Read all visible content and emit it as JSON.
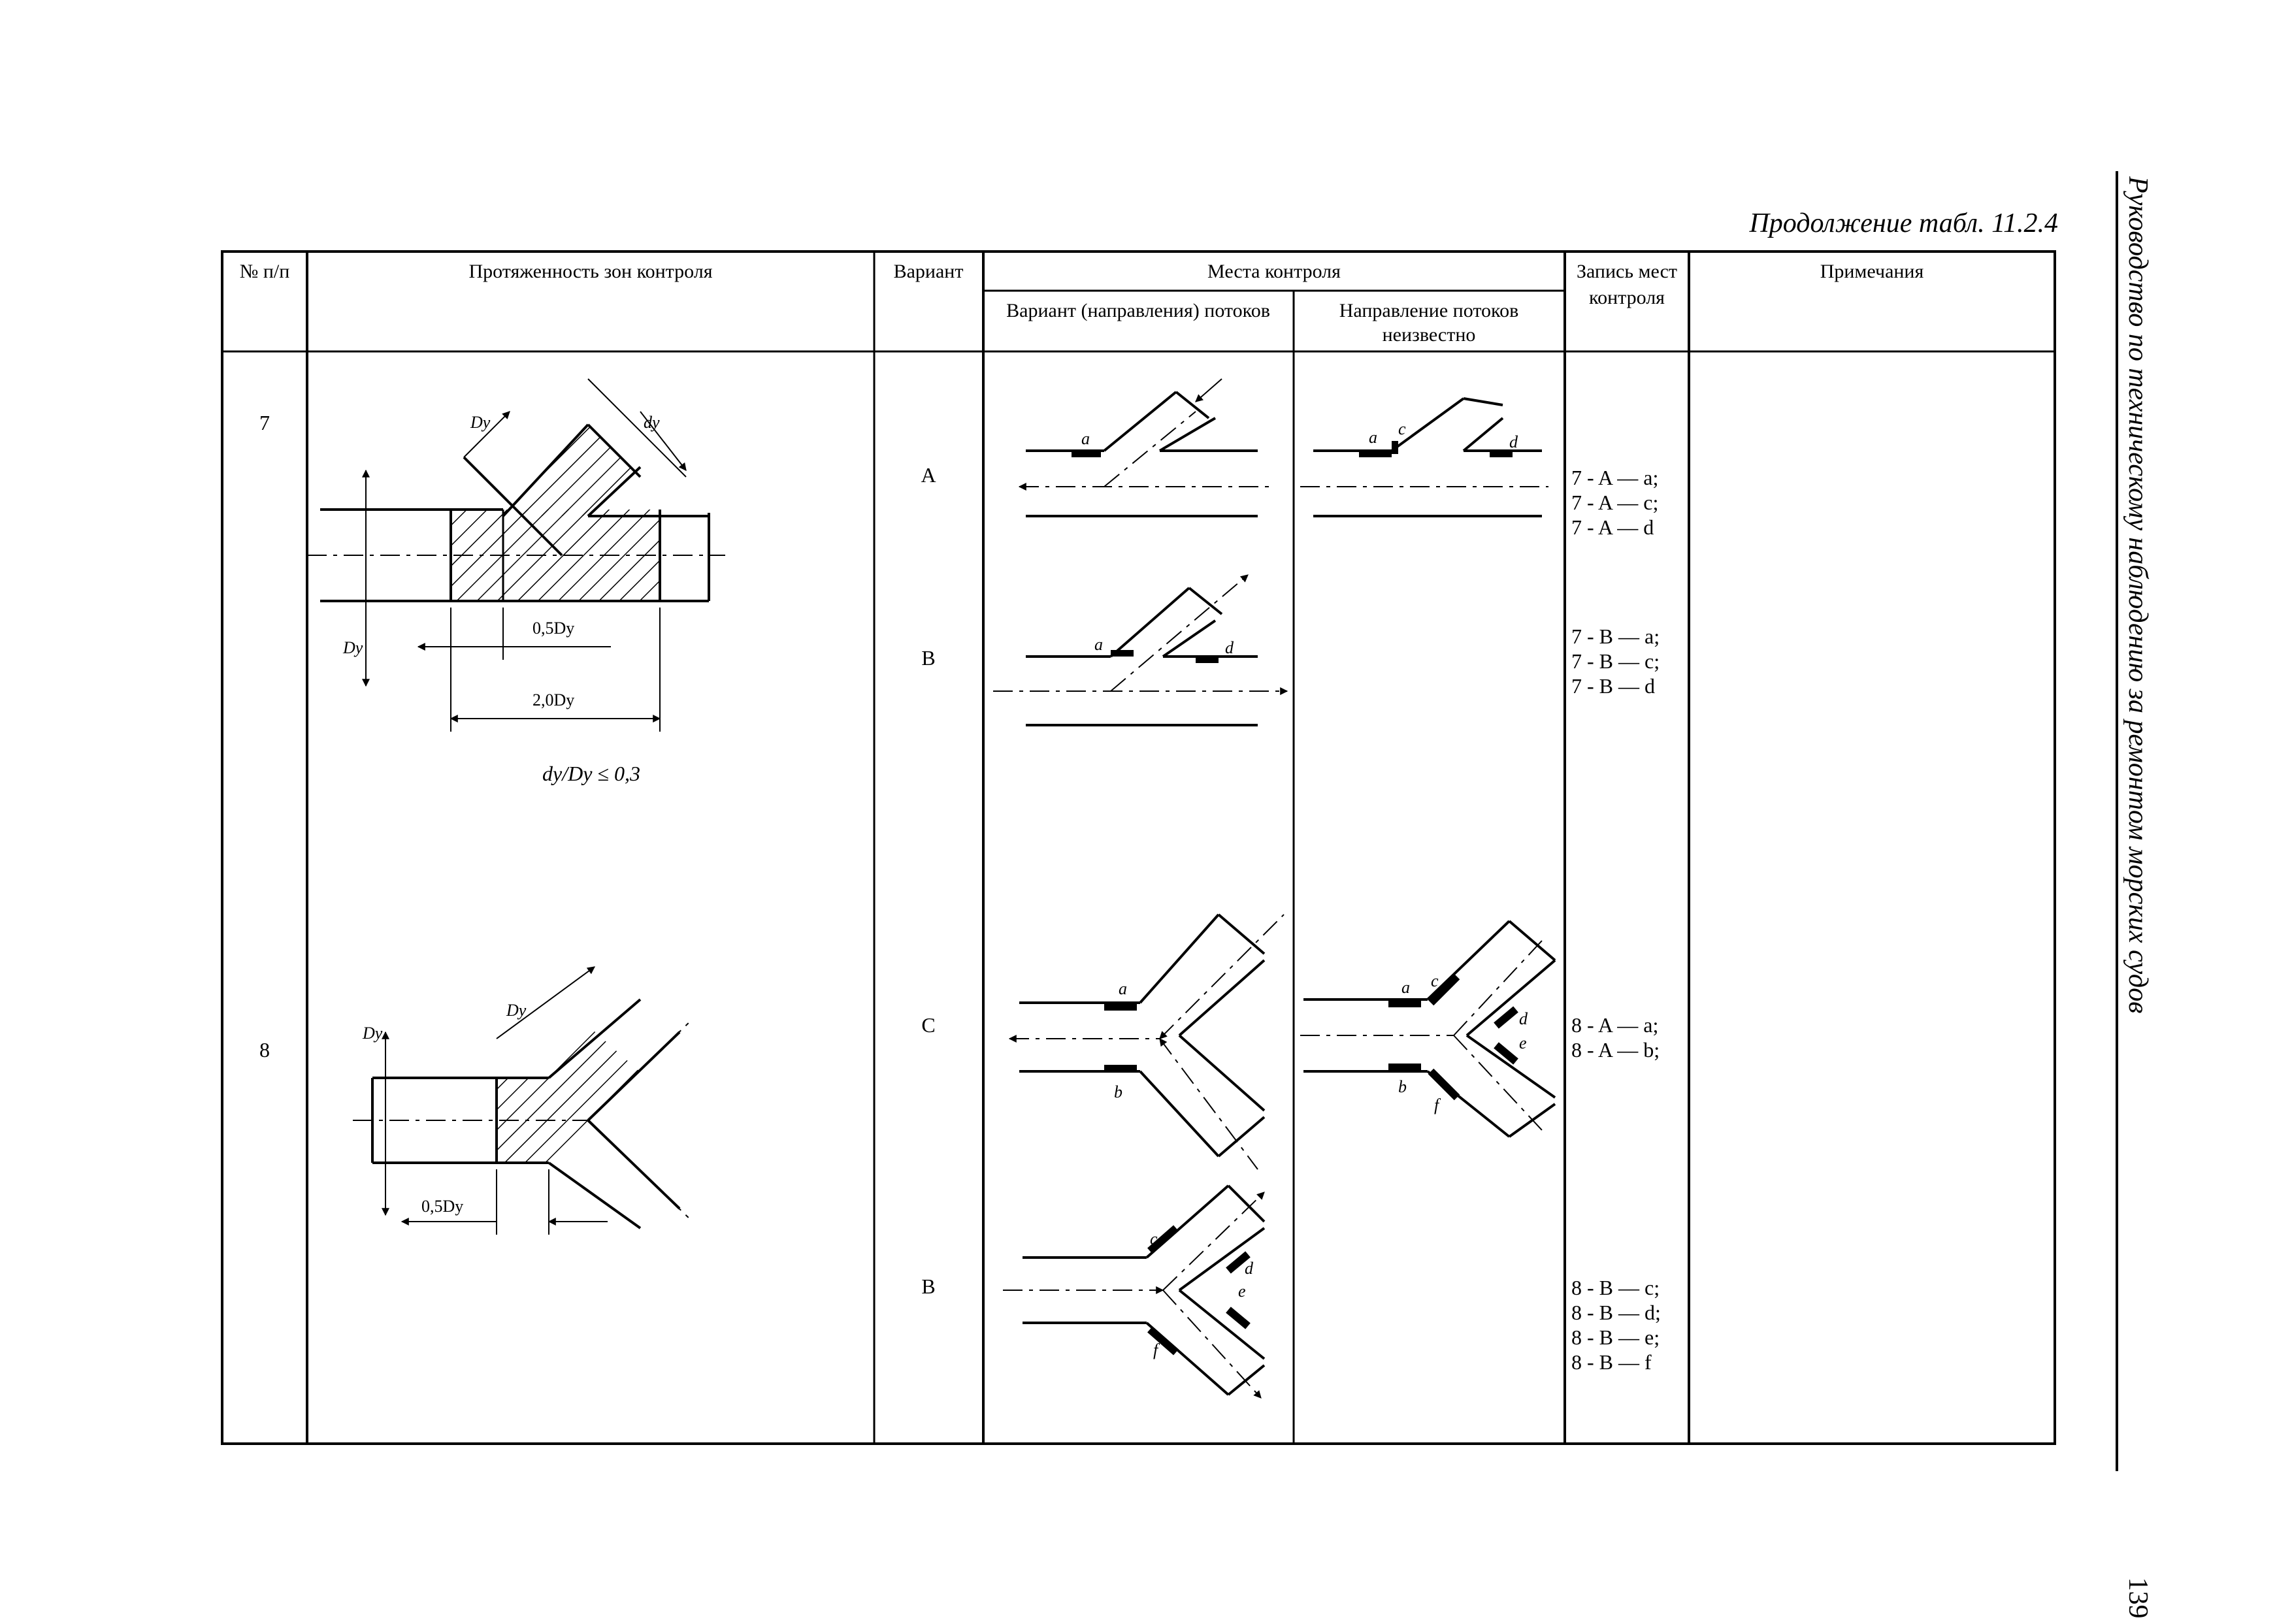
{
  "caption": "Продолжение табл. 11.2.4",
  "sidebar": {
    "title": "Руководство по техническому наблюдению за ремонтом морских судов",
    "page_number": "139"
  },
  "table": {
    "headers": {
      "num": "№ п/п",
      "zones": "Протяженность зон контроля",
      "variant": "Вариант",
      "places": "Места контроля",
      "places_known": "Вариант (направления) потоков",
      "places_unknown_1": "Направление потоков",
      "places_unknown_2": "неизвестно",
      "record_1": "Запись мест",
      "record_2": "контроля",
      "notes": "Примечания"
    },
    "rows": [
      {
        "num": "7",
        "formula": "dy/Dy ≤ 0,3",
        "dims": {
          "Dy": "Dy",
          "dy": "dy",
          "half": "0,5Dy",
          "two": "2,0Dy"
        },
        "variants": [
          {
            "label": "A",
            "records": [
              "7 - A — a;",
              "7 - A — c;",
              "7 - A — d"
            ]
          },
          {
            "label": "B",
            "records": [
              "7 - B — a;",
              "7 - B — c;",
              "7 - B — d"
            ]
          }
        ]
      },
      {
        "num": "8",
        "dims": {
          "Dy": "Dy",
          "half": "0,5Dy"
        },
        "variants": [
          {
            "label": "C",
            "records": [
              "8 - A — a;",
              "8 - A — b;"
            ]
          },
          {
            "label": "B",
            "records": [
              "8 - B — c;",
              "8 - B — d;",
              "8 - B — e;",
              "8 - B — f"
            ]
          }
        ]
      }
    ]
  },
  "point_labels": {
    "a": "a",
    "b": "b",
    "c": "c",
    "d": "d",
    "e": "e",
    "f": "f"
  }
}
